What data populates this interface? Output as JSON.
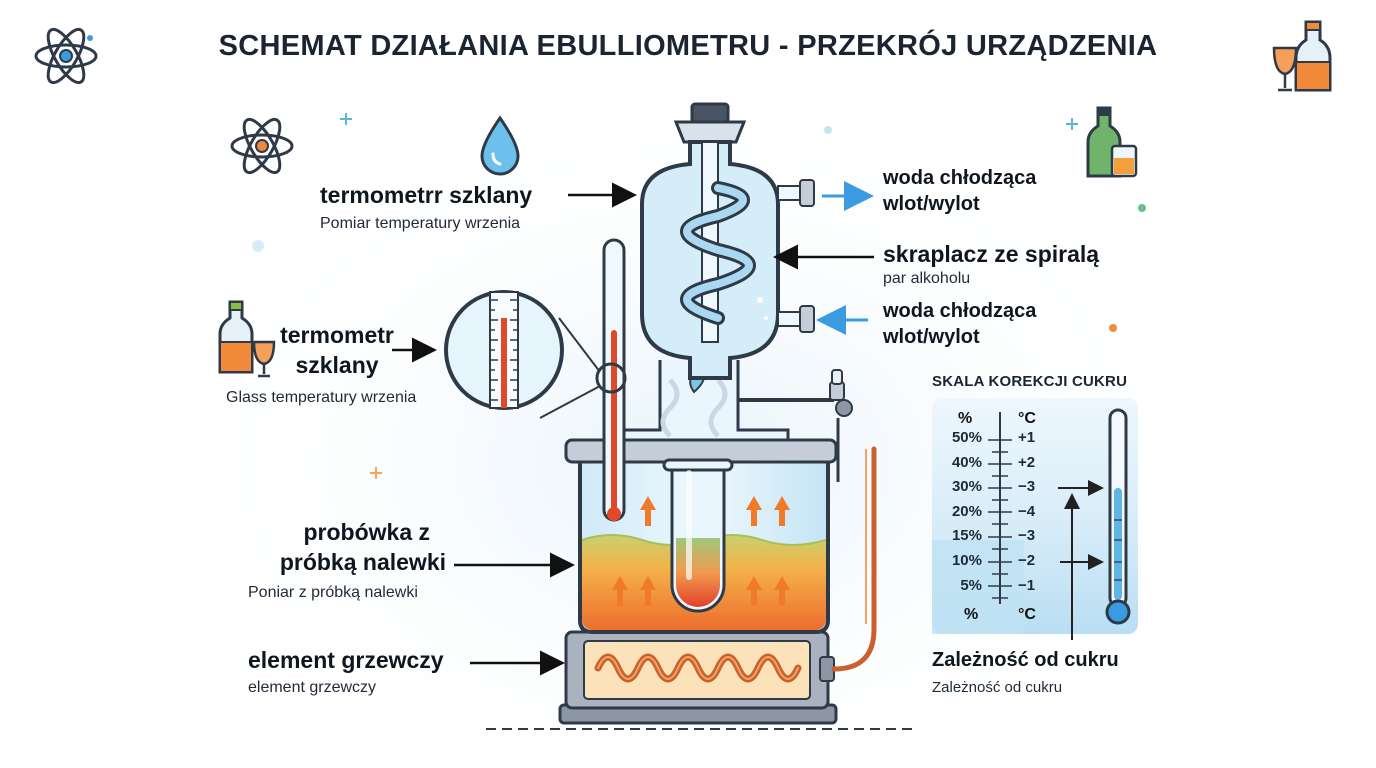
{
  "title": "SCHEMAT DZIAŁANIA EBULLIOMETRU - PRZEKRÓJ URZĄDZENIA",
  "labels": {
    "thermo_top_title": "termometrr szklany",
    "thermo_top_sub": "Pomiar temperatury wrzenia",
    "thermo_left_title_1": "termometr",
    "thermo_left_title_2": "szklany",
    "thermo_left_sub": "Glass temperatury wrzenia",
    "tube_title_1": "probówka z",
    "tube_title_2": "próbką nalewki",
    "tube_sub": "Poniar z próbką nalewki",
    "heater_title": "element grzewczy",
    "heater_sub": "element  grzewczy",
    "water_top_1": "woda chłodząca",
    "water_top_2": "wlot/wylot",
    "condenser_title": "skraplacz ze spiralą",
    "condenser_sub": "par alkoholu",
    "water_bottom_1": "woda chłodząca",
    "water_bottom_2": "wlot/wylot",
    "dependency_title": "Zależność od cukru",
    "dependency_sub": "Zależność od cukru"
  },
  "scale": {
    "title": "SKALA KOREKCJI CUKRU",
    "unit_percent": "%",
    "unit_celsius": "°C",
    "rows": [
      {
        "percent": "50%",
        "celsius": "+1"
      },
      {
        "percent": "40%",
        "celsius": "+2"
      },
      {
        "percent": "30%",
        "celsius": "−3"
      },
      {
        "percent": "20%",
        "celsius": "−4"
      },
      {
        "percent": "15%",
        "celsius": "−3"
      },
      {
        "percent": "10%",
        "celsius": "−2"
      },
      {
        "percent": "5%",
        "celsius": "−1"
      }
    ],
    "bottom_unit_percent": "%",
    "bottom_unit_celsius": "°C"
  },
  "icons": [
    "atom-icon",
    "wine-bottle-glass-icon",
    "water-drop-icon",
    "bottle-whisky-glass-icon"
  ],
  "colors": {
    "glass": "#d9f0fb",
    "glass_stroke": "#2f3a48",
    "liquid_orange": "#f08a3a",
    "liquid_green": "#b9c96a",
    "arrow_blue": "#3b9be0",
    "thermo_red": "#e04a2a",
    "heater_coil": "#c9612e"
  }
}
